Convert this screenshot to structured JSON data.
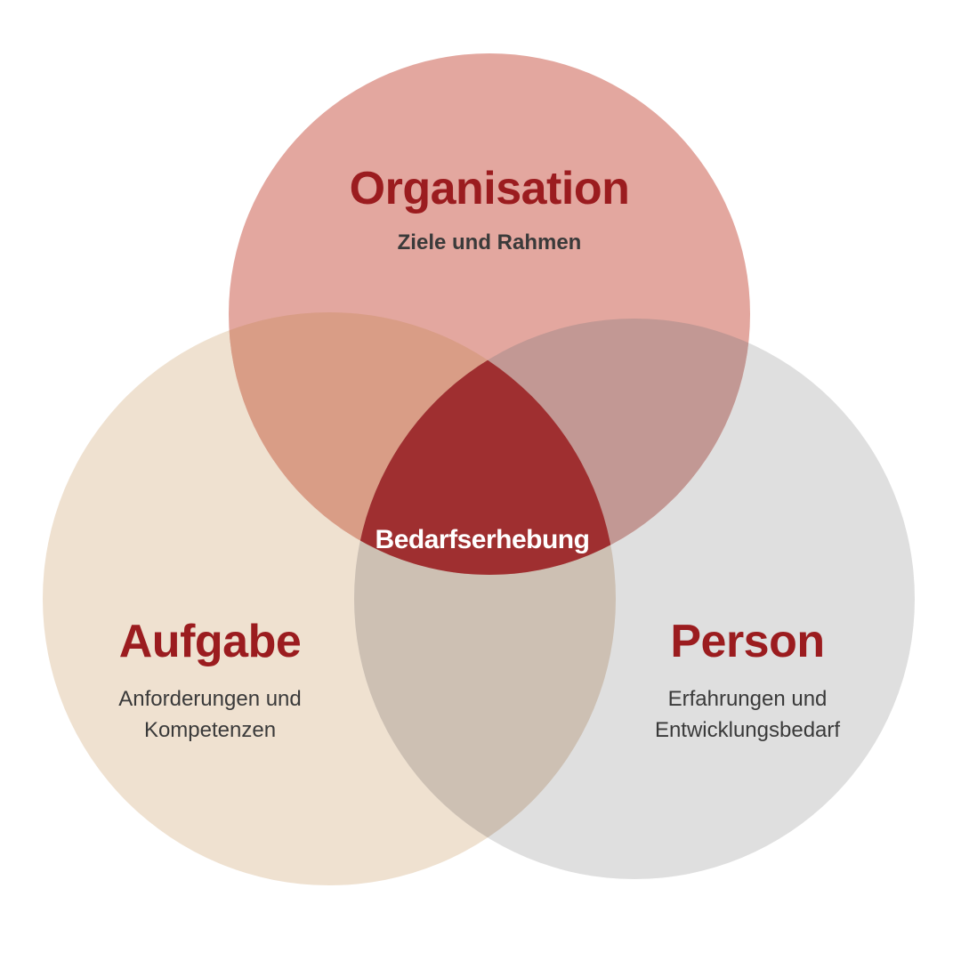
{
  "colors": {
    "title_red": "#9b1c1f",
    "subtitle_gray": "#3a3a3a",
    "center_text": "#ffffff",
    "organisation_fill": "#e3a79f",
    "aufgabe_fill": "#ecdcc8",
    "person_fill": "#dcdcdc",
    "center_fill": "#9f2f30"
  },
  "diagram": {
    "type": "venn-3",
    "circles": [
      {
        "id": "organisation",
        "title": "Organisation",
        "subtitle": "Ziele und Rahmen"
      },
      {
        "id": "aufgabe",
        "title": "Aufgabe",
        "subtitle_lines": [
          "Anforderungen und",
          "Kompetenzen"
        ]
      },
      {
        "id": "person",
        "title": "Person",
        "subtitle_lines": [
          "Erfahrungen und",
          "Entwicklungsbedarf"
        ]
      }
    ],
    "center": {
      "label": "Bedarfserhebung"
    }
  }
}
